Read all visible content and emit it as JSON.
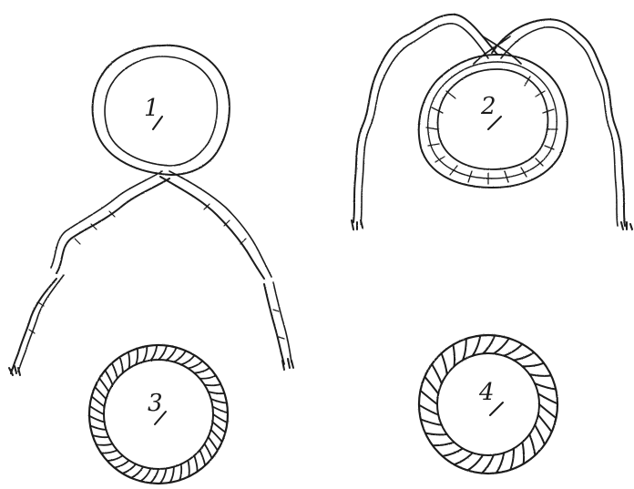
{
  "panels": [
    {
      "label": "1"
    },
    {
      "label": "2"
    },
    {
      "label": "3"
    },
    {
      "label": "4"
    }
  ],
  "colors": {
    "ink": "#1a1a1a",
    "paper": "#ffffff"
  }
}
